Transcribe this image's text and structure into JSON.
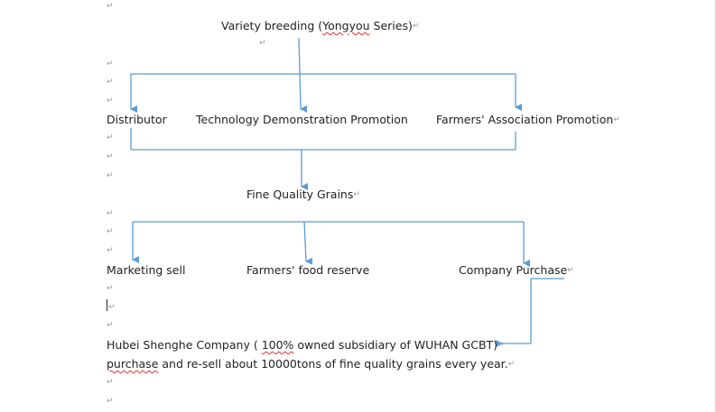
{
  "marks": {
    "paragraph": "↵"
  },
  "nodes": {
    "variety_prefix": "Variety breeding (",
    "variety_series_word": "Yongyou",
    "variety_suffix": " Series)",
    "distributor": "Distributor",
    "technology_demo": "Technology Demonstration Promotion",
    "farmers_association": "Farmers' Association Promotion",
    "fine_quality_grains": "Fine Quality Grains",
    "marketing_sell": "Marketing sell",
    "farmers_food_reserve": "Farmers' food reserve",
    "company_purchase": "Company Purchase",
    "hubei_prefix": "Hubei Shenghe Company ( ",
    "hubei_pct": "100%",
    "hubei_suffix": " owned subsidiary of WUHAN GCBT)"
  },
  "body": {
    "purchase_word": "purchase",
    "purchase_rest": " and re-sell about 10000tons of fine quality grains every year."
  },
  "colors": {
    "connector": "#5b9bd5",
    "spellcheck_squiggle": "#e03030",
    "paragraph_mark": "#999999"
  }
}
